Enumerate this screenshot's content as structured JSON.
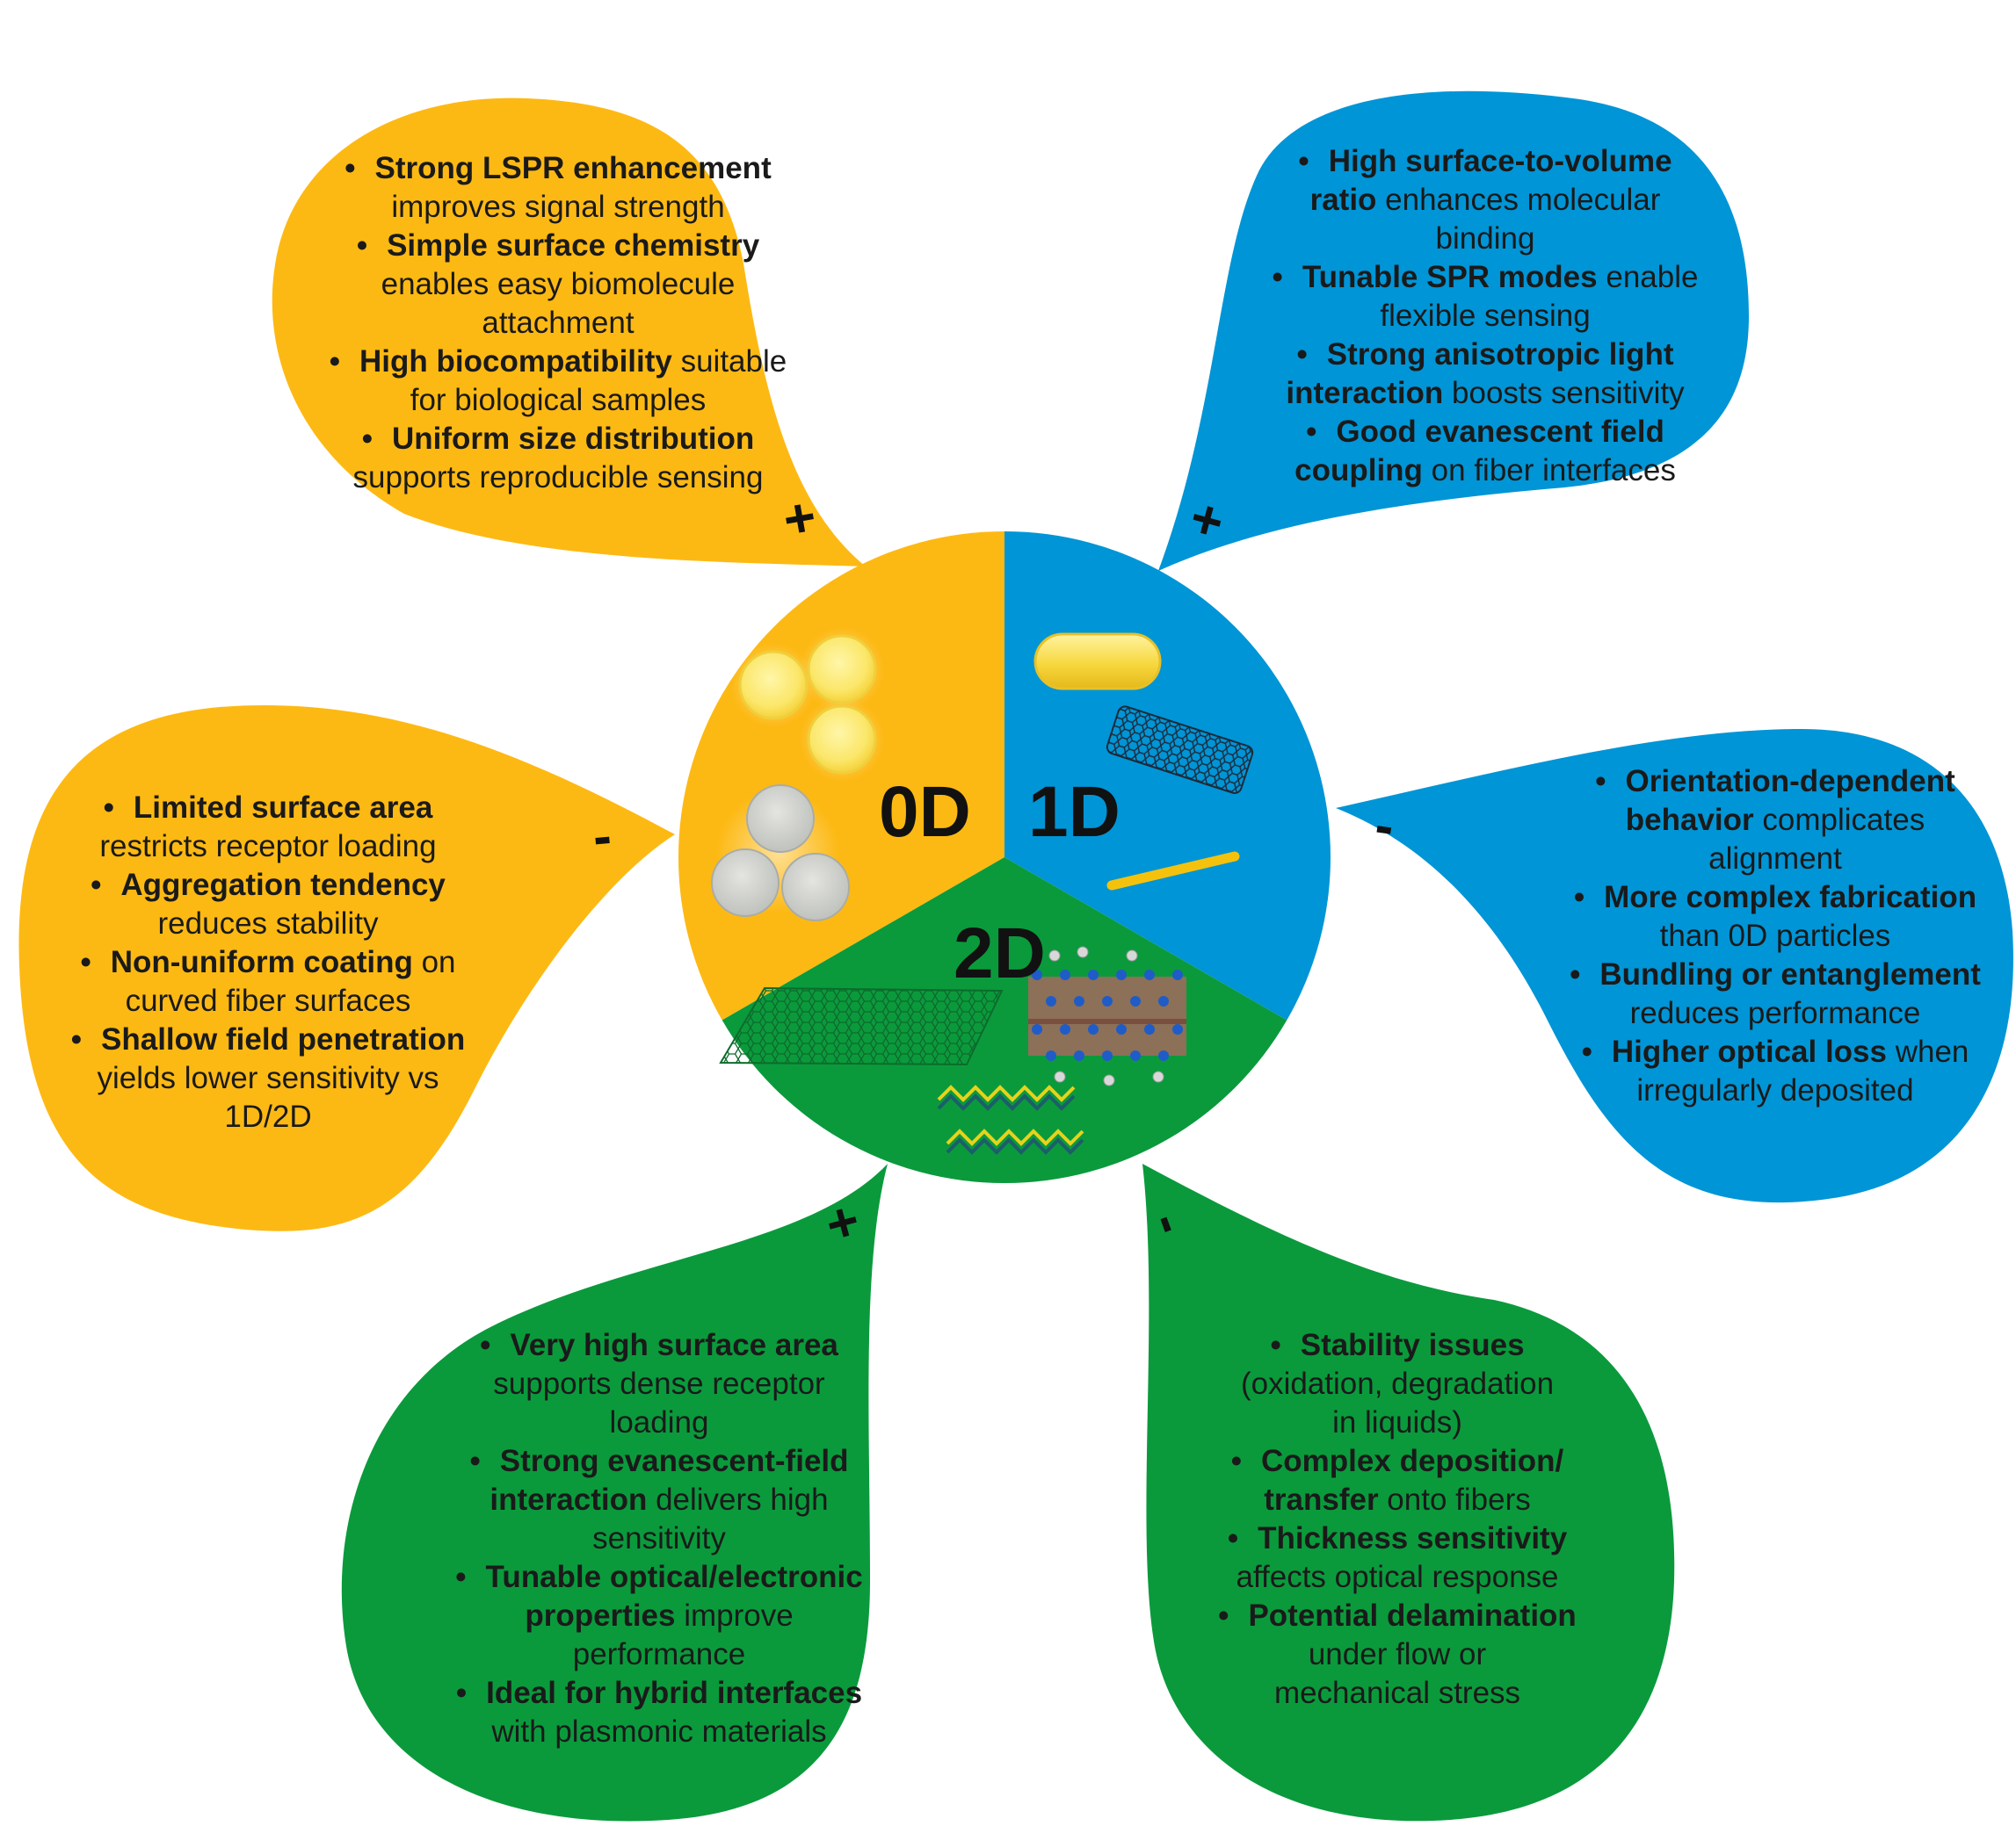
{
  "colors": {
    "zero_d": "#FDB913",
    "one_d": "#0095D6",
    "two_d": "#0A9A3C",
    "text": "#1a1a1a"
  },
  "center": {
    "labels": {
      "zero_d": "0D",
      "one_d": "1D",
      "two_d": "2D"
    }
  },
  "petals": {
    "zero_d_pros": {
      "sign": "+",
      "items": [
        {
          "bold": "Strong LSPR enhancement",
          "lines": [
            [
              "Strong LSPR enhancement",
              ""
            ],
            [
              "",
              "improves signal strength"
            ]
          ]
        },
        {
          "bold": "Simple surface chemistry",
          "lines": [
            [
              "Simple surface chemistry",
              ""
            ],
            [
              "",
              "enables easy biomolecule"
            ],
            [
              "",
              "attachment"
            ]
          ]
        },
        {
          "bold": "High biocompatibility",
          "lines": [
            [
              "High biocompatibility",
              " suitable"
            ],
            [
              "",
              "for biological samples"
            ]
          ]
        },
        {
          "bold": "Uniform size distribution",
          "lines": [
            [
              "Uniform size distribution",
              ""
            ],
            [
              "",
              "supports reproducible sensing"
            ]
          ]
        }
      ]
    },
    "one_d_pros": {
      "sign": "+",
      "items": [
        {
          "lines": [
            [
              "High surface-to-volume",
              ""
            ],
            [
              "ratio",
              " enhances molecular"
            ],
            [
              "",
              "binding"
            ]
          ]
        },
        {
          "lines": [
            [
              "Tunable SPR modes",
              " enable"
            ],
            [
              "",
              "flexible sensing"
            ]
          ]
        },
        {
          "lines": [
            [
              "Strong anisotropic light",
              ""
            ],
            [
              "interaction",
              " boosts sensitivity"
            ]
          ]
        },
        {
          "lines": [
            [
              "Good evanescent field",
              ""
            ],
            [
              "coupling",
              " on fiber interfaces"
            ]
          ]
        }
      ]
    },
    "zero_d_cons": {
      "sign": "-",
      "items": [
        {
          "lines": [
            [
              "Limited surface area",
              ""
            ],
            [
              "",
              "restricts receptor loading"
            ]
          ]
        },
        {
          "lines": [
            [
              "Aggregation tendency",
              ""
            ],
            [
              "",
              "reduces stability"
            ]
          ]
        },
        {
          "lines": [
            [
              "Non-uniform coating",
              " on"
            ],
            [
              "",
              "curved fiber surfaces"
            ]
          ]
        },
        {
          "lines": [
            [
              "Shallow field penetration",
              ""
            ],
            [
              "",
              "yields lower sensitivity vs"
            ],
            [
              "",
              "1D/2D"
            ]
          ]
        }
      ]
    },
    "one_d_cons": {
      "sign": "-",
      "items": [
        {
          "lines": [
            [
              "Orientation-dependent",
              ""
            ],
            [
              "behavior",
              " complicates"
            ],
            [
              "",
              "alignment"
            ]
          ]
        },
        {
          "lines": [
            [
              "More complex fabrication",
              ""
            ],
            [
              "",
              "than 0D particles"
            ]
          ]
        },
        {
          "lines": [
            [
              "Bundling or entanglement",
              ""
            ],
            [
              "",
              "reduces performance"
            ]
          ]
        },
        {
          "lines": [
            [
              "Higher optical loss",
              " when"
            ],
            [
              "",
              "irregularly deposited"
            ]
          ]
        }
      ]
    },
    "two_d_pros": {
      "sign": "+",
      "items": [
        {
          "lines": [
            [
              "Very high surface area",
              ""
            ],
            [
              "",
              "supports dense receptor"
            ],
            [
              "",
              "loading"
            ]
          ]
        },
        {
          "lines": [
            [
              "Strong evanescent-field",
              ""
            ],
            [
              "interaction",
              " delivers high"
            ],
            [
              "",
              "sensitivity"
            ]
          ]
        },
        {
          "lines": [
            [
              "Tunable optical/electronic",
              ""
            ],
            [
              "properties",
              " improve"
            ],
            [
              "",
              "performance"
            ]
          ]
        },
        {
          "lines": [
            [
              "Ideal for hybrid interfaces",
              ""
            ],
            [
              "",
              "with plasmonic materials"
            ]
          ]
        }
      ]
    },
    "two_d_cons": {
      "sign": "-",
      "items": [
        {
          "lines": [
            [
              "Stability issues",
              ""
            ],
            [
              "",
              "(oxidation, degradation"
            ],
            [
              "",
              "in liquids)"
            ]
          ]
        },
        {
          "lines": [
            [
              "Complex deposition/",
              ""
            ],
            [
              "transfer",
              " onto fibers"
            ]
          ]
        },
        {
          "lines": [
            [
              "Thickness sensitivity",
              ""
            ],
            [
              "",
              "affects optical response"
            ]
          ]
        },
        {
          "lines": [
            [
              "Potential delamination",
              ""
            ],
            [
              "",
              "under flow or"
            ],
            [
              "",
              "mechanical stress"
            ]
          ]
        }
      ]
    }
  }
}
